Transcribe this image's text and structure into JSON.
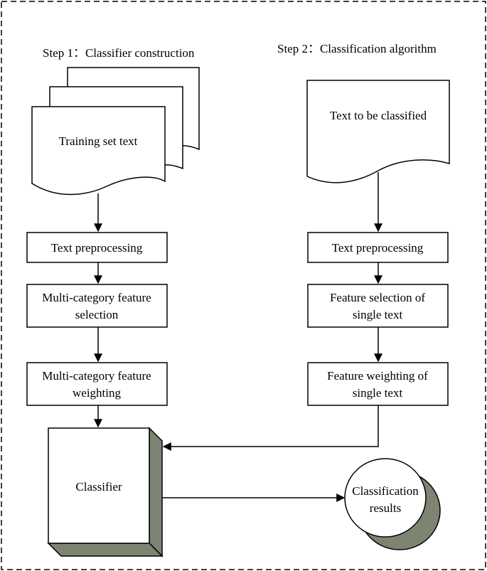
{
  "headers": {
    "step1": "Step 1：Classifier construction",
    "step2": "Step 2：Classification algorithm"
  },
  "left": {
    "training_set": "Training set text",
    "preprocessing": "Text preprocessing",
    "feature_selection": [
      "Multi-category feature",
      "selection"
    ],
    "feature_weighting": [
      "Multi-category feature",
      "weighting"
    ]
  },
  "right": {
    "input_text": "Text to be classified",
    "preprocessing": "Text preprocessing",
    "feature_selection": [
      "Feature selection of",
      "single text"
    ],
    "feature_weighting": [
      "Feature weighting of",
      "single text"
    ]
  },
  "classifier": "Classifier",
  "results": [
    "Classification",
    "results"
  ],
  "colors": {
    "stroke": "#000000",
    "shadow": "#7d8472",
    "background": "#ffffff"
  }
}
